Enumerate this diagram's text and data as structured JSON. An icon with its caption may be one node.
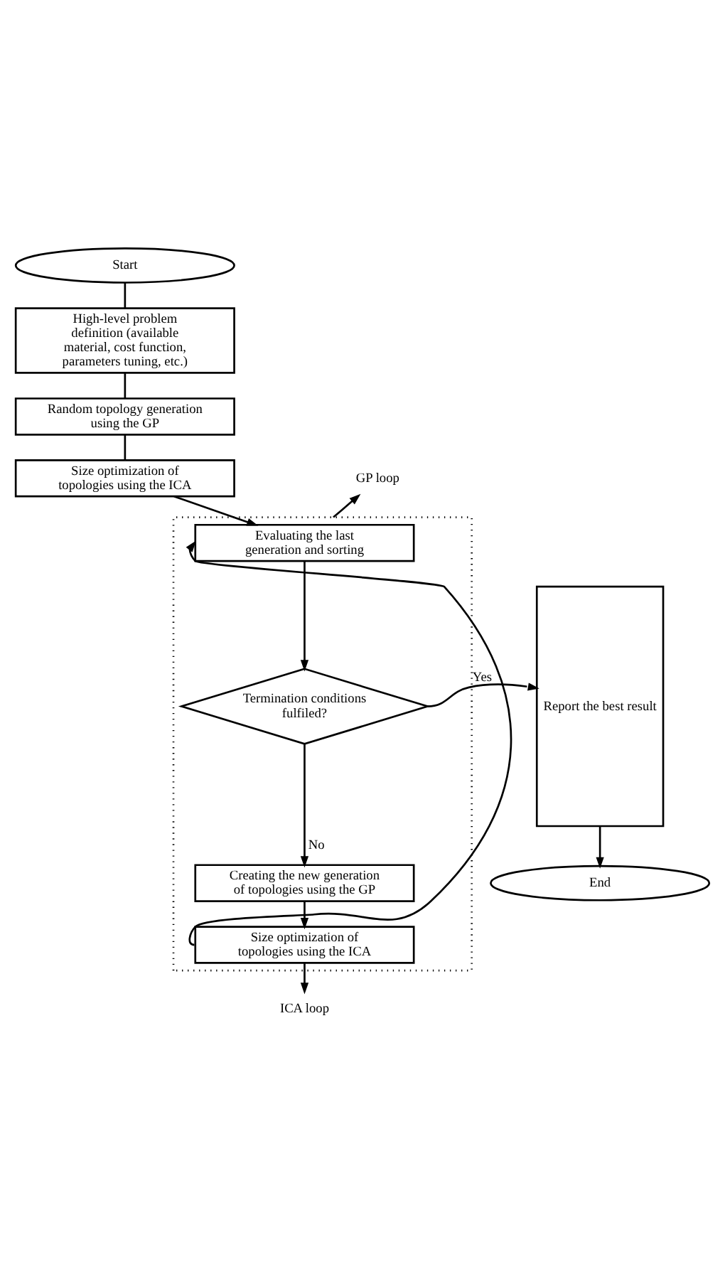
{
  "diagram": {
    "nodes": [
      {
        "text": [
          "Start"
        ]
      },
      {
        "text": [
          "High-level problem definition (available material, cost function, parameters tuning, etc.)"
        ]
      },
      {
        "text": [
          "Random topology generation using the GP"
        ]
      },
      {
        "text": [
          "Size optimization of topologies using the ICA"
        ]
      },
      {
        "text": [],
        "shape": "box"
      },
      {
        "text": [
          "Evaluating the last generation and sorting"
        ],
        "in": 4
      },
      {
        "text": [
          "Termination conditions fulfiled?"
        ],
        "in": 4
      },
      {
        "text": [
          "Creating the new generation of topologies using the GP"
        ],
        "in": 4
      },
      {
        "text": [
          "Size optimization of topologies using the ICA"
        ],
        "in": 4
      },
      {
        "text": [
          "Report the best result"
        ]
      },
      {
        "text": [
          "End"
        ]
      },
      {
        "text": [
          "GP loop"
        ]
      },
      {
        "text": [
          "ICA loop"
        ]
      }
    ],
    "edges": [
      {
        "from": 0,
        "to": 1,
        "arrow": "none"
      },
      {
        "from": 1,
        "to": 2,
        "arrow": "none"
      },
      {
        "from": 2,
        "to": 3,
        "arrow": "none"
      },
      {
        "from": 3,
        "to": 5,
        "arrow": "to"
      },
      {
        "from": 5,
        "to": 6,
        "arrow": "to"
      },
      {
        "from": 6,
        "to": 9,
        "arrow": "to",
        "label": "Yes"
      },
      {
        "from": 6,
        "to": 7,
        "arrow": "to",
        "label": "No"
      },
      {
        "from": 7,
        "to": 8,
        "arrow": "to"
      },
      {
        "from": 8,
        "to": 5,
        "arrow": "to"
      },
      {
        "from": 9,
        "to": 10,
        "arrow": "to"
      },
      {
        "from": 4,
        "to": 11,
        "arrow": "to"
      },
      {
        "from": 8,
        "to": 12,
        "arrow": "to"
      }
    ]
  }
}
